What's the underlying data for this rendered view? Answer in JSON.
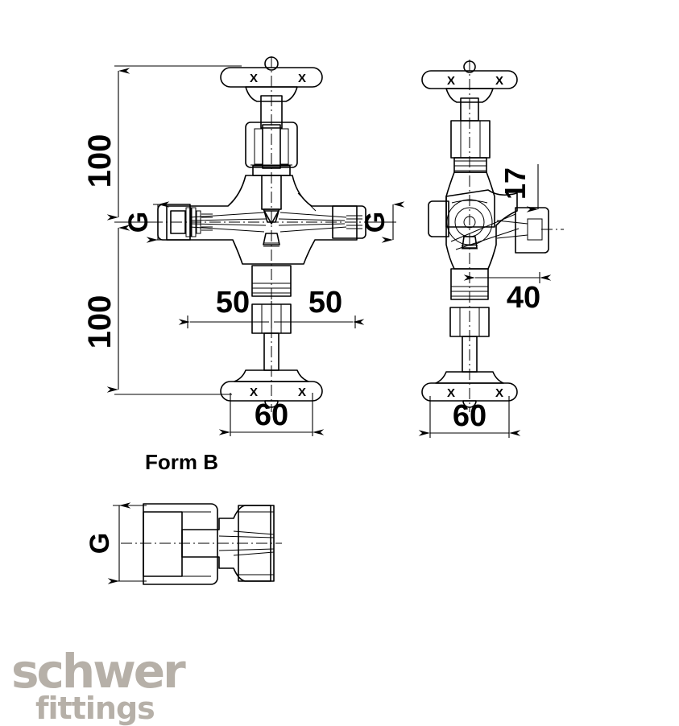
{
  "document": {
    "type": "technical-drawing",
    "subject": "needle valve dimensioned drawing",
    "background_color": "#ffffff",
    "line_color": "#000000"
  },
  "views": {
    "front": {
      "name": "front-section-view",
      "handwheel_marks": [
        "X",
        "X"
      ],
      "handwheel_marks_bottom": [
        "X",
        "X"
      ]
    },
    "side": {
      "name": "side-section-view",
      "handwheel_marks": [
        "X",
        "X"
      ],
      "handwheel_marks_bottom": [
        "X",
        "X"
      ]
    },
    "detail": {
      "name": "form-b-detail",
      "title": "Form B"
    }
  },
  "dimensions": {
    "front_top_height": "100",
    "front_bottom_height": "100",
    "front_left_thread": "G",
    "front_right_thread": "G",
    "front_left_offset": "50",
    "front_right_offset": "50",
    "front_width": "60",
    "side_port_height": "17",
    "side_port_offset": "40",
    "side_width": "60",
    "detail_thread": "G"
  },
  "logo": {
    "name": "schwer",
    "tagline": "fittings",
    "color": "#b6b0a8"
  },
  "palette": {
    "metal_light": "#e9e9e9",
    "metal_mid": "#c8c8c8",
    "metal_dark": "#9a9a9a",
    "metal_darkest": "#6e6e6e",
    "outline": "#000000"
  }
}
